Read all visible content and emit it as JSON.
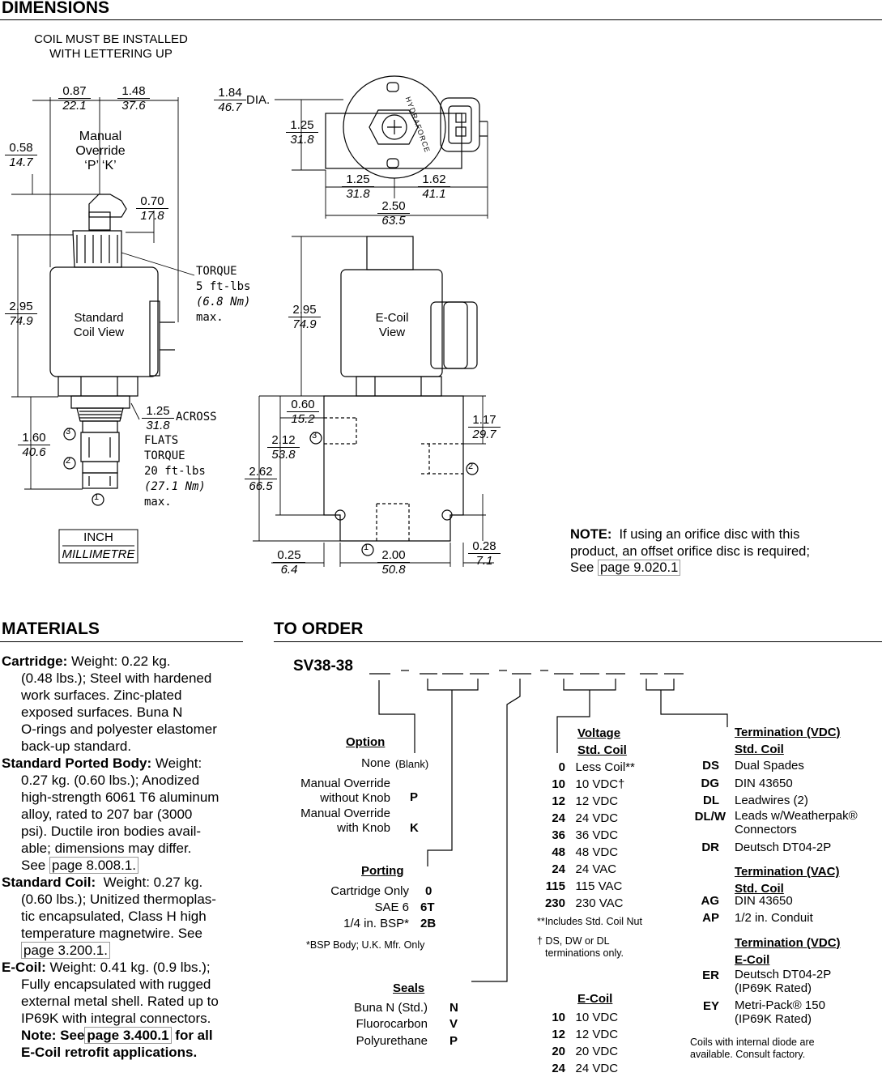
{
  "headers": {
    "dimensions": "DIMENSIONS",
    "materials": "MATERIALS",
    "to_order": "TO ORDER"
  },
  "drawing": {
    "coil_note": [
      "COIL MUST BE INSTALLED",
      "WITH LETTERING UP"
    ],
    "manual_override": [
      "Manual",
      "Override",
      "‘P’    ‘K’"
    ],
    "standard_coil_view": [
      "Standard",
      "Coil View"
    ],
    "ecoil_view": [
      "E-Coil",
      "View"
    ],
    "torque1": [
      "TORQUE",
      "5  ft-lbs",
      "(6.8  Nm)",
      "max."
    ],
    "torque2": [
      "FLATS",
      "TORQUE",
      "20  ft-lbs",
      "(27.1  Nm)",
      "max."
    ],
    "across": "ACROSS",
    "dia": "DIA.",
    "brand": "HYDRAFORCE",
    "unit_box": [
      "INCH",
      "MILLIMETRE"
    ],
    "ports": [
      "1",
      "2",
      "3"
    ],
    "dims": {
      "d087": [
        "0.87",
        "22.1"
      ],
      "d148": [
        "1.48",
        "37.6"
      ],
      "d058": [
        "0.58",
        "14.7"
      ],
      "d070": [
        "0.70",
        "17.8"
      ],
      "d295a": [
        "2.95",
        "74.9"
      ],
      "d160": [
        "1.60",
        "40.6"
      ],
      "d125f": [
        "1.25",
        "31.8"
      ],
      "d184": [
        "1.84",
        "46.7"
      ],
      "d125a": [
        "1.25",
        "31.8"
      ],
      "d125b": [
        "1.25",
        "31.8"
      ],
      "d162": [
        "1.62",
        "41.1"
      ],
      "d250": [
        "2.50",
        "63.5"
      ],
      "d295b": [
        "2.95",
        "74.9"
      ],
      "d060": [
        "0.60",
        "15.2"
      ],
      "d212": [
        "2.12",
        "53.8"
      ],
      "d262": [
        "2.62",
        "66.5"
      ],
      "d117": [
        "1.17",
        "29.7"
      ],
      "d025": [
        "0.25",
        "6.4"
      ],
      "d200": [
        "2.00",
        "50.8"
      ],
      "d028": [
        "0.28",
        "7.1"
      ]
    }
  },
  "note": {
    "label": "NOTE:",
    "text1": "If using an orifice disc with this",
    "text2": "product, an offset orifice disc is required;",
    "see": "See",
    "link": "page 9.020.1"
  },
  "materials": {
    "cartridge_title": "Cartridge:",
    "cartridge_lines": [
      "Weight: 0.22 kg.",
      "(0.48 lbs.); Steel with hardened",
      "work surfaces. Zinc-plated",
      "exposed surfaces. Buna N",
      "O-rings and polyester elastomer",
      "back-up standard."
    ],
    "body_title": "Standard Ported Body:",
    "body_lines": [
      "Weight:",
      "0.27 kg. (0.60 lbs.); Anodized",
      "high-strength 6061 T6 aluminum",
      "alloy, rated to 207 bar (3000",
      "psi). Ductile iron bodies avail-",
      "able; dimensions may differ.",
      "See"
    ],
    "body_link": "page 8.008.1.",
    "coil_title": "Standard Coil:",
    "coil_lines": [
      "Weight: 0.27 kg.",
      "(0.60 lbs.); Unitized thermoplas-",
      "tic encapsulated, Class H high",
      "temperature magnetwire. See"
    ],
    "coil_link": "page 3.200.1.",
    "ecoil_title": "E-Coil:",
    "ecoil_lines": [
      "Weight: 0.41 kg. (0.9 lbs.);",
      "Fully encapsulated with rugged",
      "external metal shell. Rated up to",
      "IP69K with integral connectors."
    ],
    "ecoil_note_pre": "Note: See",
    "ecoil_link": "page 3.400.1",
    "ecoil_note_post": "for all",
    "ecoil_note_last": "E-Coil retrofit applications."
  },
  "order": {
    "model": "SV38-38",
    "option": {
      "title": "Option",
      "items": [
        {
          "label": "None",
          "code": "(Blank)"
        },
        {
          "label": "Manual Override\nwithout Knob",
          "code": "P"
        },
        {
          "label": "Manual Override\nwith Knob",
          "code": "K"
        }
      ]
    },
    "porting": {
      "title": "Porting",
      "items": [
        {
          "label": "Cartridge Only",
          "code": "0"
        },
        {
          "label": "SAE 6",
          "code": "6T"
        },
        {
          "label": "1/4 in. BSP*",
          "code": "2B"
        }
      ],
      "footnote": "*BSP Body; U.K. Mfr. Only"
    },
    "seals": {
      "title": "Seals",
      "items": [
        {
          "label": "Buna N (Std.)",
          "code": "N"
        },
        {
          "label": "Fluorocarbon",
          "code": "V"
        },
        {
          "label": "Polyurethane",
          "code": "P"
        }
      ]
    },
    "voltage": {
      "title": [
        "Voltage",
        "Std. Coil"
      ],
      "items": [
        {
          "code": "0",
          "label": "Less Coil**"
        },
        {
          "code": "10",
          "label": "10 VDC†"
        },
        {
          "code": "12",
          "label": "12 VDC"
        },
        {
          "code": "24",
          "label": "24 VDC"
        },
        {
          "code": "36",
          "label": "36 VDC"
        },
        {
          "code": "48",
          "label": "48 VDC"
        },
        {
          "code": "24",
          "label": "24 VAC"
        },
        {
          "code": "115",
          "label": "115 VAC"
        },
        {
          "code": "230",
          "label": "230 VAC"
        }
      ],
      "footnote1": "**Includes Std. Coil Nut",
      "footnote2": [
        "† DS, DW or DL",
        "terminations only."
      ]
    },
    "ecoil": {
      "title": "E-Coil",
      "items": [
        {
          "code": "10",
          "label": "10 VDC"
        },
        {
          "code": "12",
          "label": "12 VDC"
        },
        {
          "code": "20",
          "label": "20 VDC"
        },
        {
          "code": "24",
          "label": "24 VDC"
        }
      ]
    },
    "term_vdc": {
      "title": [
        "Termination (VDC)",
        "Std. Coil"
      ],
      "items": [
        {
          "code": "DS",
          "label": "Dual Spades"
        },
        {
          "code": "DG",
          "label": "DIN 43650"
        },
        {
          "code": "DL",
          "label": "Leadwires (2)"
        },
        {
          "code": "DL/W",
          "label": "Leads w/Weatherpak®\nConnectors"
        },
        {
          "code": "DR",
          "label": "Deutsch DT04-2P"
        }
      ]
    },
    "term_vac": {
      "title": [
        "Termination (VAC)",
        "Std. Coil"
      ],
      "items": [
        {
          "code": "AG",
          "label": "DIN 43650"
        },
        {
          "code": "AP",
          "label": "1/2 in. Conduit"
        }
      ]
    },
    "term_ecoil": {
      "title": [
        "Termination (VDC)",
        "E-Coil"
      ],
      "items": [
        {
          "code": "ER",
          "label": "Deutsch DT04-2P\n(IP69K Rated)"
        },
        {
          "code": "EY",
          "label": "Metri-Pack® 150\n(IP69K Rated)"
        }
      ]
    },
    "diode_note": [
      "Coils with internal diode are",
      "available. Consult factory."
    ]
  }
}
